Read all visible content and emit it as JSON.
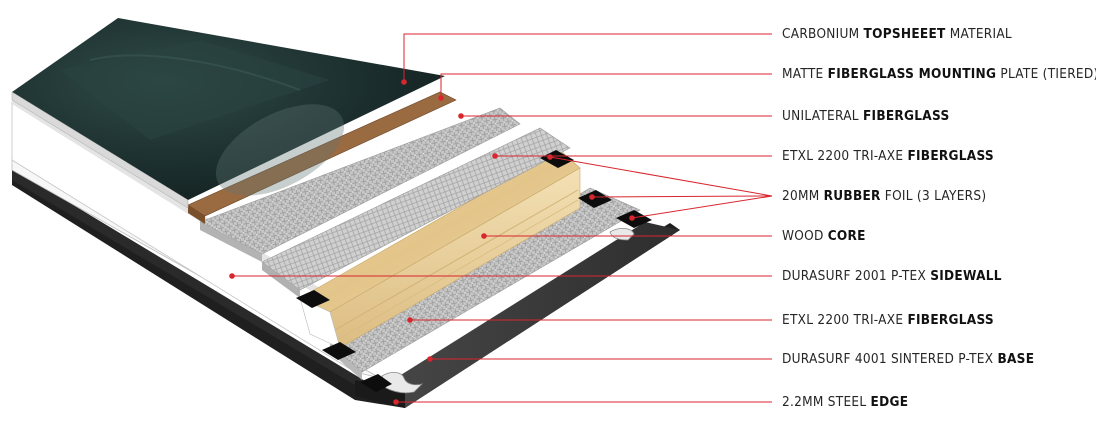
{
  "colors": {
    "accent_line": "#d8262e",
    "topsheet": "#1f3433",
    "mounting_plate": "#8a5a34",
    "fiberglass": "#c9c9c9",
    "wood_core": "#e8cf94",
    "sidewall": "#ffffff",
    "base": "#3b3b3b",
    "rubber_foil": "#0d0d0d"
  },
  "labels": [
    {
      "id": "topsheet",
      "pre": "CARBONIUM",
      "bold": "TOPSHEEET",
      "post": "MATERIAL"
    },
    {
      "id": "mounting-plate",
      "pre": "MATTE",
      "bold": "FIBERGLASS MOUNTING",
      "post": "PLATE (TIERED)"
    },
    {
      "id": "unilateral-fiberglass",
      "pre": "UNILATERAL",
      "bold": "FIBERGLASS",
      "post": ""
    },
    {
      "id": "top-triaxial",
      "pre": "ETXL 2200 TRI-AXE",
      "bold": "FIBERGLASS",
      "post": ""
    },
    {
      "id": "rubber-foil",
      "pre": "20MM",
      "bold": "RUBBER",
      "post": "FOIL (3 LAYERS)"
    },
    {
      "id": "wood-core",
      "pre": "WOOD",
      "bold": "CORE",
      "post": ""
    },
    {
      "id": "sidewall",
      "pre": "DURASURF 2001 P-TEX",
      "bold": "SIDEWALL",
      "post": ""
    },
    {
      "id": "bottom-triaxial",
      "pre": "ETXL 2200 TRI-AXE",
      "bold": "FIBERGLASS",
      "post": ""
    },
    {
      "id": "base",
      "pre": "DURASURF 4001 SINTERED P-TEX",
      "bold": "BASE",
      "post": ""
    },
    {
      "id": "steel-edge",
      "pre": "2.2MM STEEL",
      "bold": "EDGE",
      "post": ""
    }
  ]
}
